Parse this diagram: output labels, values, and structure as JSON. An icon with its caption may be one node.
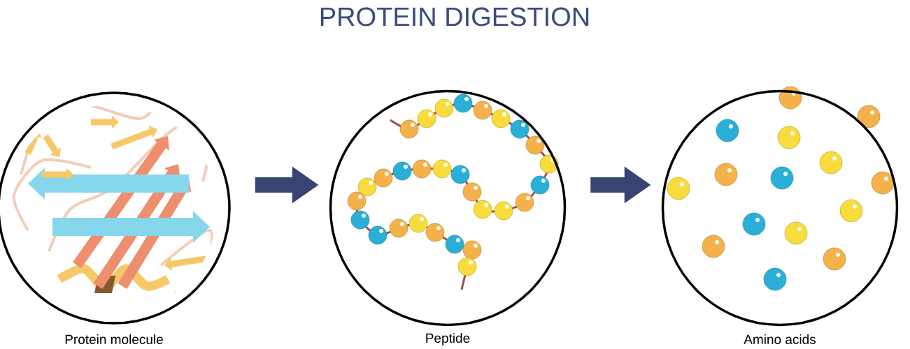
{
  "diagram": {
    "title": "PROTEIN DIGESTION",
    "nodes": [
      {
        "text": [],
        "shape": "circle",
        "beside": [
          "Protein molecule"
        ]
      },
      {
        "text": [],
        "shape": "circle",
        "beside": [
          "Peptide"
        ]
      },
      {
        "text": [],
        "shape": "circle",
        "beside": [
          "Amino acids"
        ]
      }
    ],
    "edges": [
      {
        "from": 0,
        "to": 1,
        "arrow": "to"
      },
      {
        "from": 1,
        "to": 2,
        "arrow": "to"
      }
    ]
  }
}
